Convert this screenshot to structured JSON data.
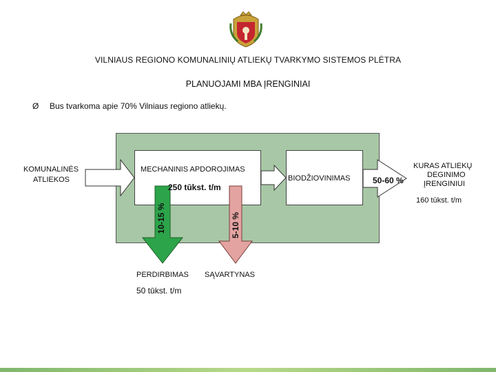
{
  "header": {
    "title": "VILNIAUS REGIONO KOMUNALINIŲ ATLIEKŲ TVARKYMO SISTEMOS PLĖTRA",
    "subtitle": "PLANUOJAMI MBA ĮRENGINIAI"
  },
  "bullet": {
    "marker": "Ø",
    "text": "Bus tvarkoma apie 70% Vilniaus regiono atliekų."
  },
  "diagram": {
    "input_line1": "KOMUNALINĖS",
    "input_line2": "ATLIEKOS",
    "mech_label": "MECHANINIS APDOROJIMAS",
    "mech_capacity": "250 tūkst. t/m",
    "bio_label": "BIODŽIOVINIMAS",
    "out_percent": "50-60 %",
    "out_line1": "KURAS ATLIEKŲ",
    "out_line2": "DEGINIMO",
    "out_line3": "ĮRENGINIUI",
    "out_capacity": "160 tūkst. t/m",
    "recycle_percent": "10-15 %",
    "recycle_label": "PERDIRBIMAS",
    "recycle_capacity": "50 tūkst. t/m",
    "landfill_percent": "5-10 %",
    "landfill_label": "SĄVARTYNAS"
  },
  "colors": {
    "panel": "#a8c7a6",
    "recycle_arrow": "#2ca44a",
    "landfill_arrow": "#e3a3a0",
    "input_arrow": "#ffffff",
    "footer": "#8fc27a"
  },
  "icons": {
    "emblem": "vilnius-coat-of-arms-icon"
  }
}
